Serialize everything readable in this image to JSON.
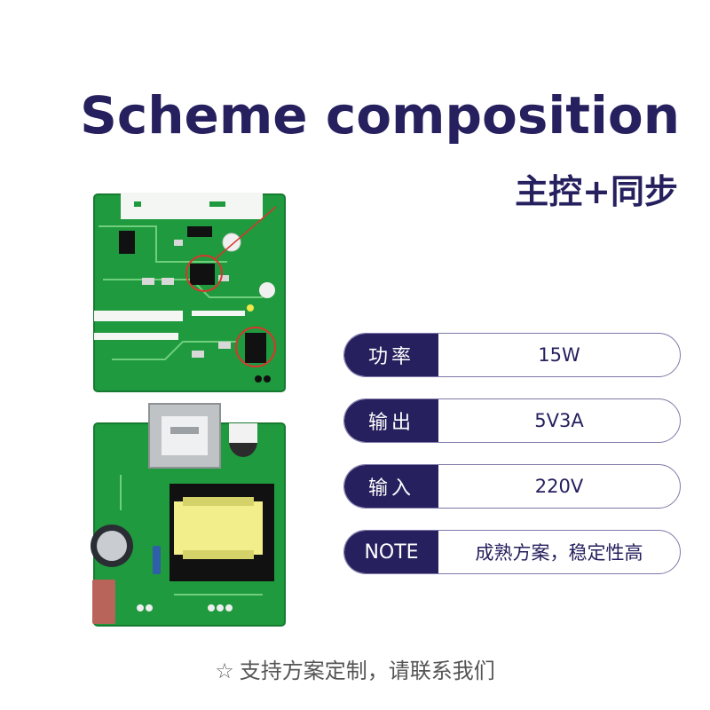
{
  "heading": {
    "title": "Scheme composition",
    "subtitle": "主控+同步"
  },
  "specs": [
    {
      "label": "功率",
      "value": "15W"
    },
    {
      "label": "输出",
      "value": "5V3A"
    },
    {
      "label": "输入",
      "value": "220V"
    },
    {
      "label": "NOTE",
      "value": "成熟方案，稳定性高"
    }
  ],
  "footer": {
    "icon": "star-outline-icon",
    "text": "支持方案定制，请联系我们"
  },
  "colors": {
    "brand": "#26205e",
    "pcb": "#1f9a3e",
    "border": "#7e78a8"
  }
}
